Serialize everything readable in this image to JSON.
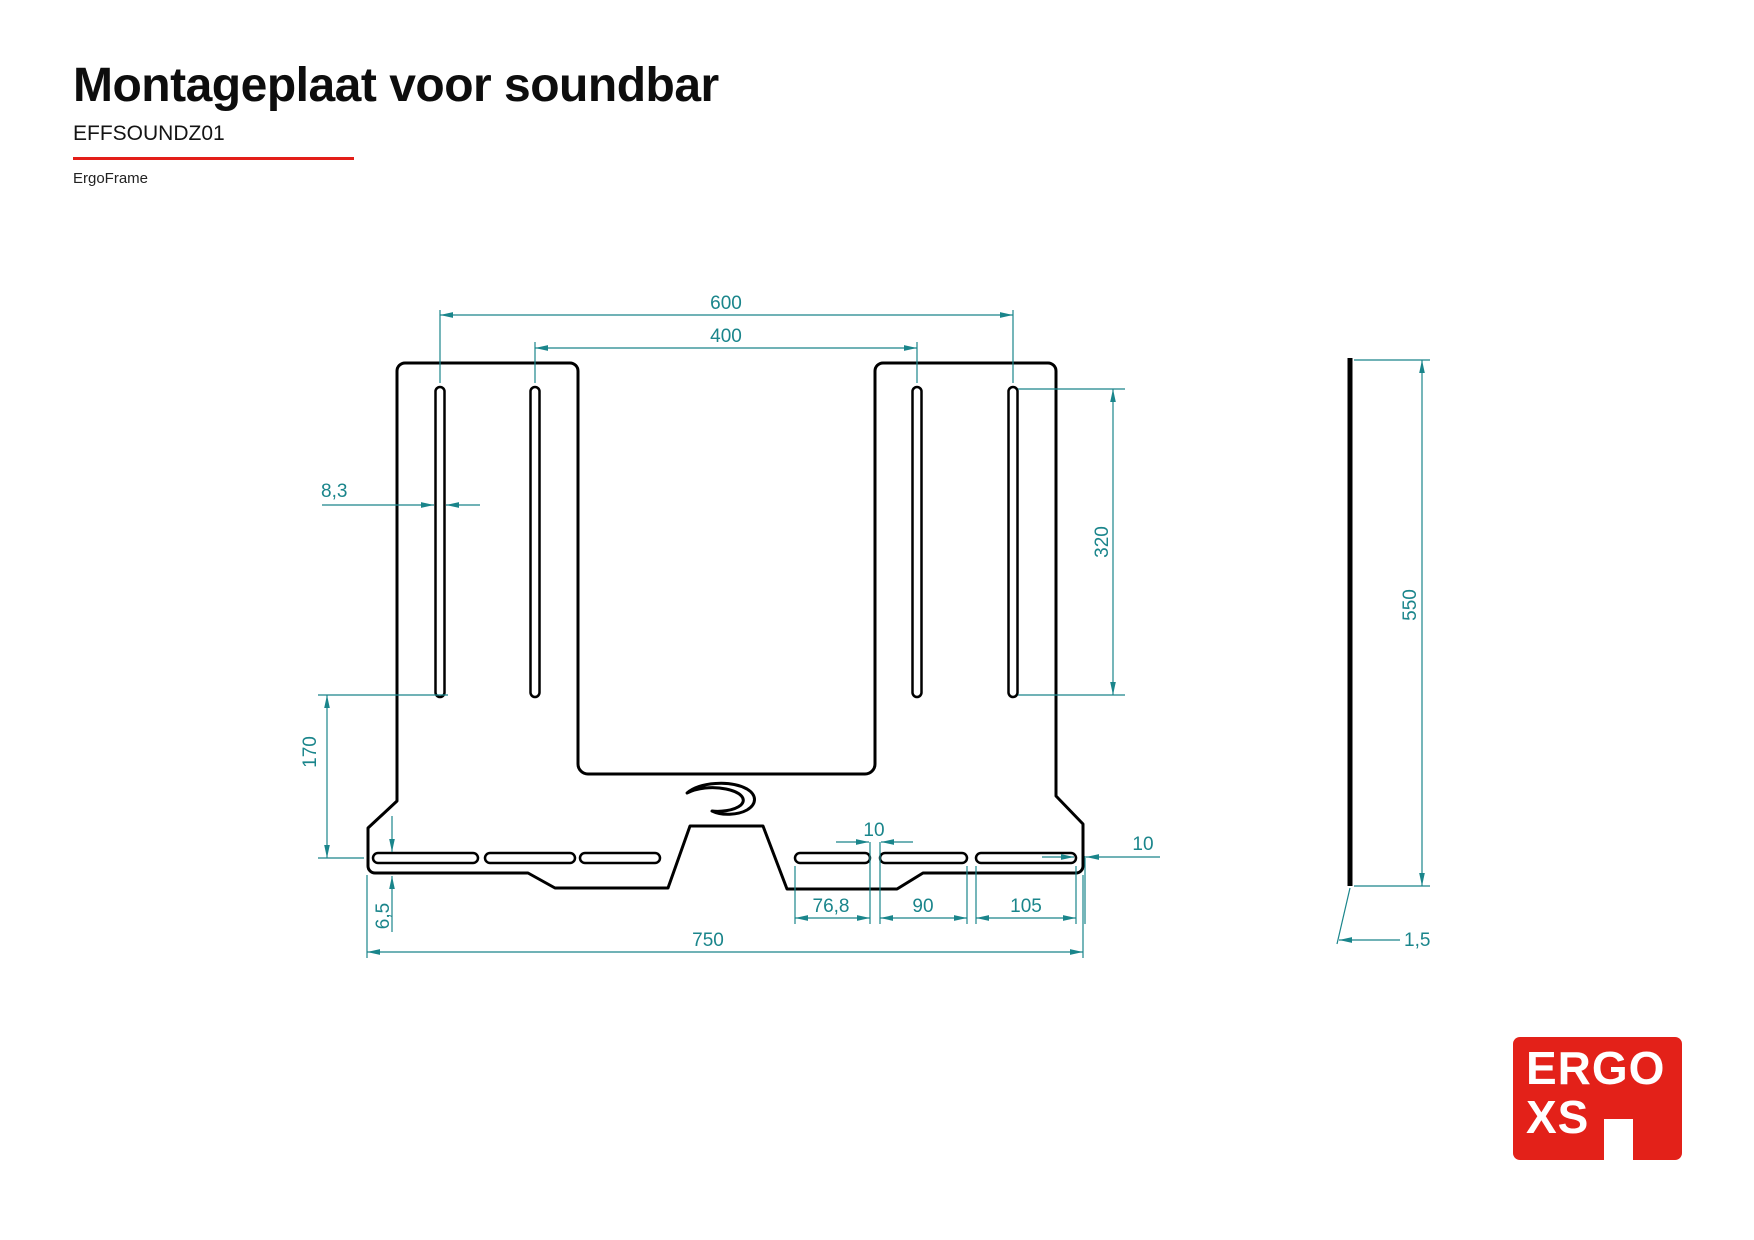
{
  "header": {
    "title": "Montageplaat voor soundbar",
    "product_code": "EFFSOUNDZ01",
    "series": "ErgoFrame"
  },
  "dimensions": {
    "front": {
      "vesa_outer": "600",
      "vesa_inner": "400",
      "slot_width": "8,3",
      "slot_length": "320",
      "slot_bottom_offset": "170",
      "edge_slot_offset": "6,5",
      "bottom_slot_a": "76,8",
      "bottom_slot_gap": "10",
      "bottom_slot_b": "90",
      "bottom_slot_c": "105",
      "right_edge_gap": "10",
      "total_width": "750"
    },
    "side": {
      "height": "550",
      "thickness": "1,5"
    }
  },
  "logo": {
    "top": "ERGO",
    "bottom": "XS"
  },
  "colors": {
    "dimension_teal": "#1a858b",
    "outline_black": "#000000",
    "accent_red": "#e31e18",
    "logo_red": "#e32119"
  }
}
